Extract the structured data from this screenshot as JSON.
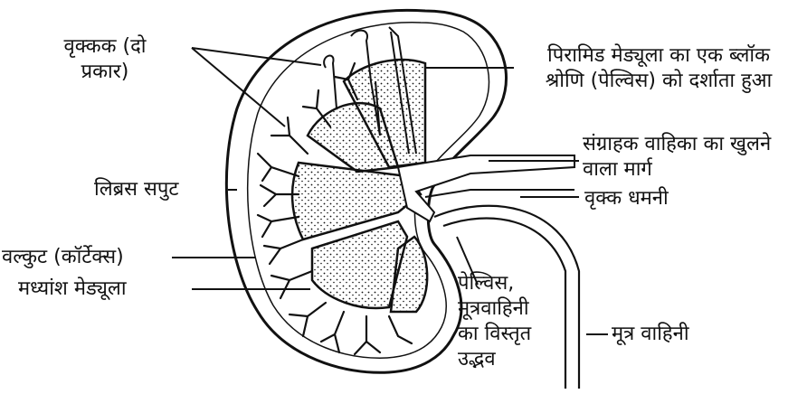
{
  "labels": {
    "nephron": [
      "वृक्कक (दो",
      "प्रकार)"
    ],
    "pyramid": [
      "पिरामिड मेड्यूला का एक ब्लॉक",
      "श्रोणि (पेल्विस) को दर्शाता हुआ"
    ],
    "collecting": [
      "संग्राहक वाहिका का खुलने",
      "वाला मार्ग"
    ],
    "renal_artery": "वृक्क धमनी",
    "capsule": "लिब्रस सपुट",
    "cortex": "वल्कुट (कॉर्टेक्स)",
    "medulla": "मध्यांश मेड्यूला",
    "pelvis": [
      "पेल्विस,",
      "मूत्रवाहिनी",
      "का विस्तृत",
      "उद्भव"
    ],
    "ureter": "मूत्र वाहिनी"
  },
  "colors": {
    "ink": "#111111",
    "paper": "#ffffff"
  }
}
